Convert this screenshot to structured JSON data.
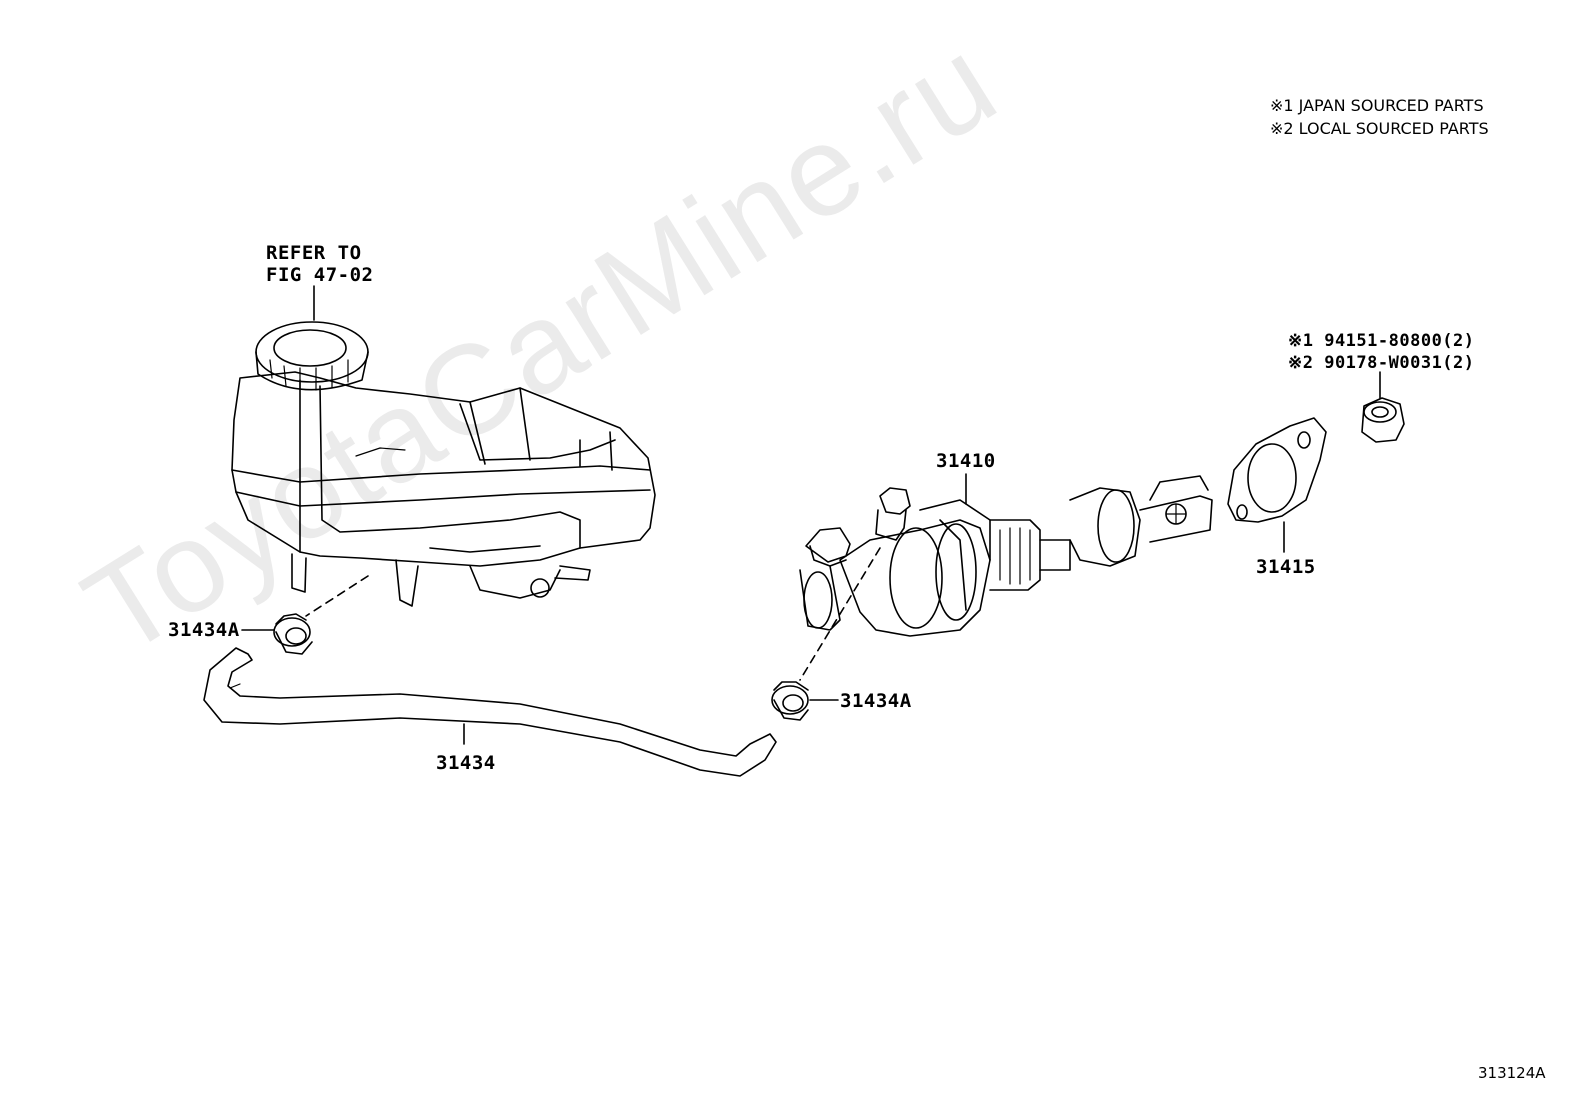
{
  "watermark": "ToyotaCarMine.ru",
  "notes": {
    "line1": "※1 JAPAN SOURCED PARTS",
    "line2": "※2 LOCAL SOURCED PARTS"
  },
  "labels": {
    "refer_line1": "REFER TO",
    "refer_line2": "FIG 47-02",
    "master_cylinder": "31410",
    "gasket": "31415",
    "hose": "31434",
    "clip_left": "31434A",
    "clip_right": "31434A",
    "nut_part1": "※1  94151-80800(2)",
    "nut_part2": "※2  90178-W0031(2)"
  },
  "figure_ref": "313124A"
}
